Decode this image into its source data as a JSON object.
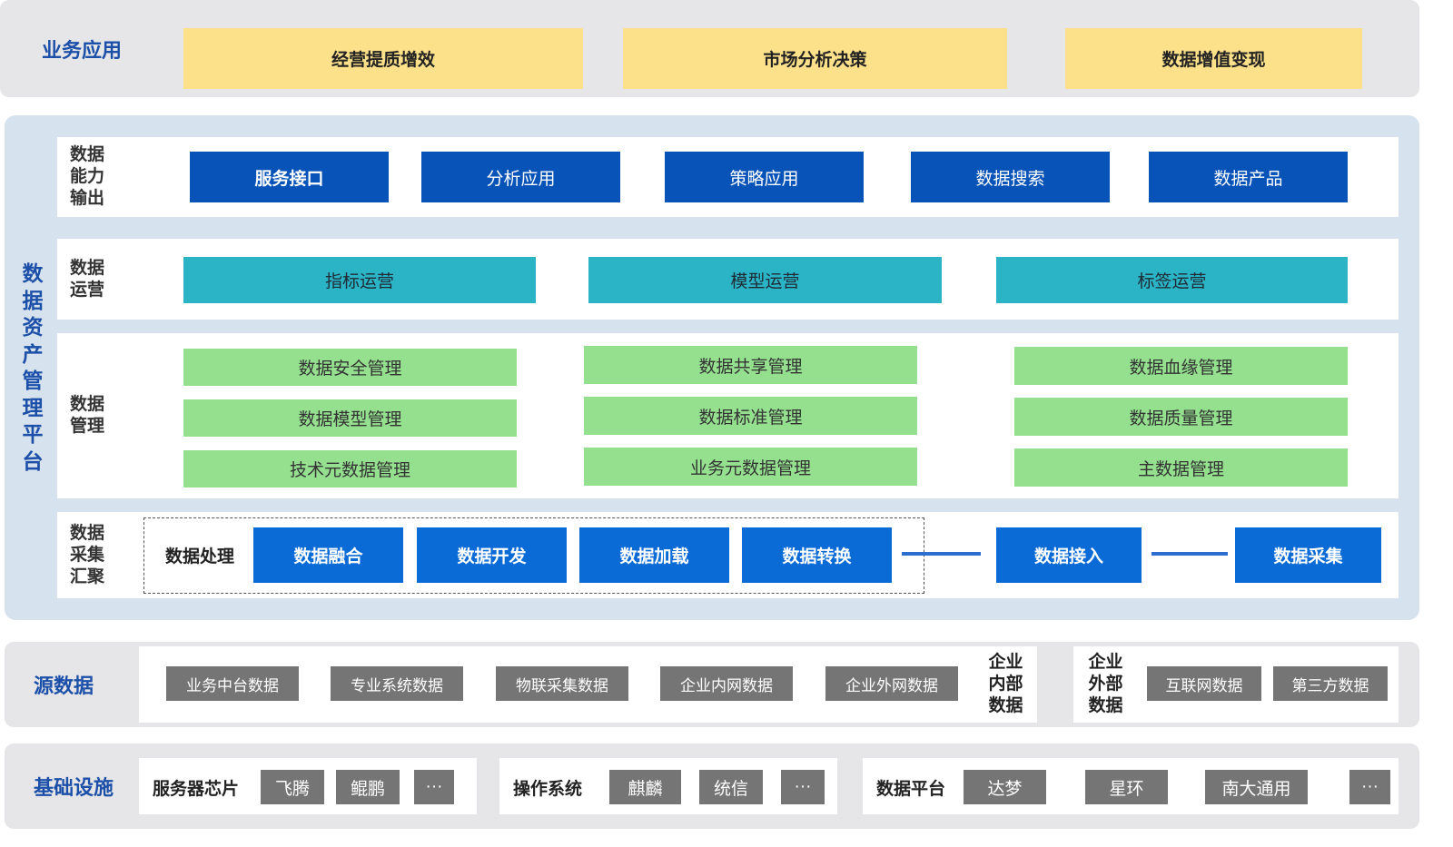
{
  "business_layer": {
    "title": "业务应用",
    "items": [
      "经营提质增效",
      "市场分析决策",
      "数据增值变现"
    ]
  },
  "platform": {
    "title_chars": [
      "数",
      "据",
      "资",
      "产",
      "管",
      "理",
      "平",
      "台"
    ],
    "capability_output": {
      "label_lines": [
        "数据",
        "能力",
        "输出"
      ],
      "items": [
        "服务接口",
        "分析应用",
        "策略应用",
        "数据搜索",
        "数据产品"
      ]
    },
    "operations": {
      "label_lines": [
        "数据",
        "运营"
      ],
      "items": [
        "指标运营",
        "模型运营",
        "标签运营"
      ]
    },
    "management": {
      "label_lines": [
        "数据",
        "管理"
      ],
      "columns": [
        [
          "数据安全管理",
          "数据模型管理",
          "技术元数据管理"
        ],
        [
          "数据共享管理",
          "数据标准管理",
          "业务元数据管理"
        ],
        [
          "数据血缘管理",
          "数据质量管理",
          "主数据管理"
        ]
      ]
    },
    "collection": {
      "label_lines": [
        "数据",
        "采集",
        "汇聚"
      ],
      "processing_label": "数据处理",
      "processing_items": [
        "数据融合",
        "数据开发",
        "数据加载",
        "数据转换"
      ],
      "ingest": "数据接入",
      "collect": "数据采集"
    }
  },
  "source_layer": {
    "title": "源数据",
    "internal_items": [
      "业务中台数据",
      "专业系统数据",
      "物联采集数据",
      "企业内网数据",
      "企业外网数据"
    ],
    "internal_label_lines": [
      "企业",
      "内部",
      "数据"
    ],
    "external_label_lines": [
      "企业",
      "外部",
      "数据"
    ],
    "external_items": [
      "互联网数据",
      "第三方数据"
    ]
  },
  "infra_layer": {
    "title": "基础设施",
    "groups": [
      {
        "label": "服务器芯片",
        "items": [
          "飞腾",
          "鲲鹏",
          "···"
        ]
      },
      {
        "label": "操作系统",
        "items": [
          "麒麟",
          "统信",
          "···"
        ]
      },
      {
        "label": "数据平台",
        "items": [
          "达梦",
          "星环",
          "南大通用",
          "···"
        ]
      }
    ]
  },
  "colors": {
    "title_blue": "#1c4fa8",
    "yellow": "#fde18a",
    "navy": "#0753b8",
    "teal": "#2bb3c6",
    "green": "#94e08f",
    "bright_blue": "#0a6bd6",
    "gray": "#757575"
  }
}
